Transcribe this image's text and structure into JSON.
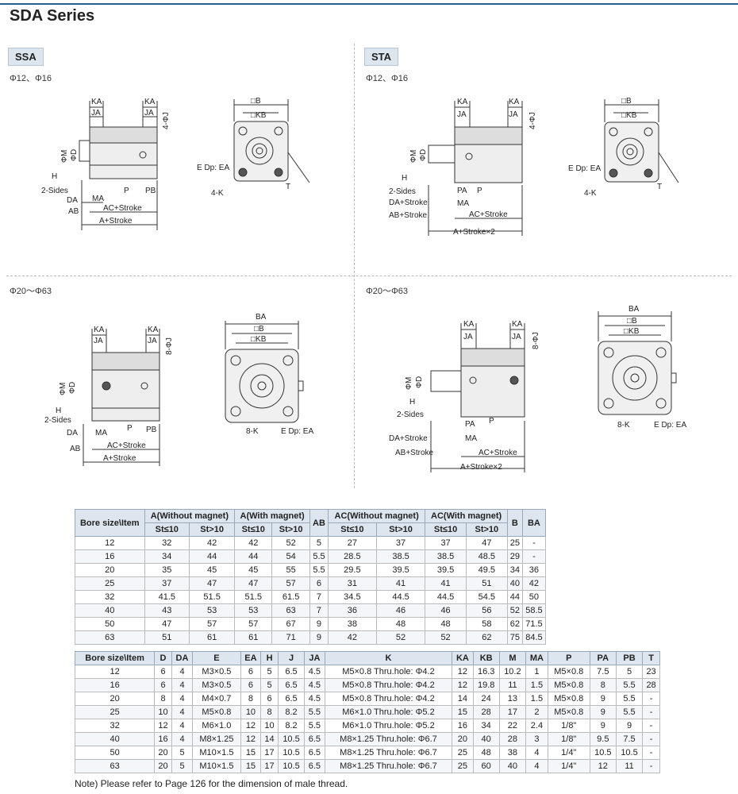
{
  "header": {
    "series_title": "SDA Series"
  },
  "sections": {
    "ssa_label": "SSA",
    "sta_label": "STA",
    "bore_small_left": "Φ12、Φ16",
    "bore_small_right": "Φ12、Φ16",
    "bore_large_left": "Φ20～Φ63",
    "bore_large_right": "Φ20～Φ63"
  },
  "dims": {
    "KA": "KA",
    "JA": "JA",
    "J4": "4-ΦJ",
    "J8": "8-ΦJ",
    "M": "ΦM",
    "D": "ΦD",
    "H": "H",
    "two_sides": "2-Sides",
    "DA": "DA",
    "MA": "MA",
    "AB": "AB",
    "AC_stroke": "AC+Stroke",
    "A_stroke": "A+Stroke",
    "A_stroke2": "A+Stroke×2",
    "P": "P",
    "PB": "PB",
    "PA": "PA",
    "DA_stroke": "DA+Stroke",
    "AB_stroke": "AB+Stroke",
    "B": "□B",
    "KB": "□KB",
    "BA": "BA",
    "E_dp": "E Dp: EA",
    "K4": "4-K",
    "K8": "8-K",
    "T": "T"
  },
  "table1": {
    "head1": [
      "Bore size\\Item",
      "A(Without magnet)",
      "A(With magnet)",
      "AB",
      "AC(Without magnet)",
      "AC(With magnet)",
      "B",
      "BA"
    ],
    "head2": [
      "St≤10",
      "St>10",
      "St≤10",
      "St>10",
      "St≤10",
      "St>10",
      "St≤10",
      "St>10"
    ],
    "rows": [
      [
        "12",
        "32",
        "42",
        "42",
        "52",
        "5",
        "27",
        "37",
        "37",
        "47",
        "25",
        "-"
      ],
      [
        "16",
        "34",
        "44",
        "44",
        "54",
        "5.5",
        "28.5",
        "38.5",
        "38.5",
        "48.5",
        "29",
        "-"
      ],
      [
        "20",
        "35",
        "45",
        "45",
        "55",
        "5.5",
        "29.5",
        "39.5",
        "39.5",
        "49.5",
        "34",
        "36"
      ],
      [
        "25",
        "37",
        "47",
        "47",
        "57",
        "6",
        "31",
        "41",
        "41",
        "51",
        "40",
        "42"
      ],
      [
        "32",
        "41.5",
        "51.5",
        "51.5",
        "61.5",
        "7",
        "34.5",
        "44.5",
        "44.5",
        "54.5",
        "44",
        "50"
      ],
      [
        "40",
        "43",
        "53",
        "53",
        "63",
        "7",
        "36",
        "46",
        "46",
        "56",
        "52",
        "58.5"
      ],
      [
        "50",
        "47",
        "57",
        "57",
        "67",
        "9",
        "38",
        "48",
        "48",
        "58",
        "62",
        "71.5"
      ],
      [
        "63",
        "51",
        "61",
        "61",
        "71",
        "9",
        "42",
        "52",
        "52",
        "62",
        "75",
        "84.5"
      ]
    ]
  },
  "table2": {
    "head": [
      "Bore size\\Item",
      "D",
      "DA",
      "E",
      "EA",
      "H",
      "J",
      "JA",
      "K",
      "KA",
      "KB",
      "M",
      "MA",
      "P",
      "PA",
      "PB",
      "T"
    ],
    "rows": [
      [
        "12",
        "6",
        "4",
        "M3×0.5",
        "6",
        "5",
        "6.5",
        "4.5",
        "M5×0.8 Thru.hole: Φ4.2",
        "12",
        "16.3",
        "10.2",
        "1",
        "M5×0.8",
        "7.5",
        "5",
        "23"
      ],
      [
        "16",
        "6",
        "4",
        "M3×0.5",
        "6",
        "5",
        "6.5",
        "4.5",
        "M5×0.8 Thru.hole: Φ4.2",
        "12",
        "19.8",
        "11",
        "1.5",
        "M5×0.8",
        "8",
        "5.5",
        "28"
      ],
      [
        "20",
        "8",
        "4",
        "M4×0.7",
        "8",
        "6",
        "6.5",
        "4.5",
        "M5×0.8 Thru.hole: Φ4.2",
        "14",
        "24",
        "13",
        "1.5",
        "M5×0.8",
        "9",
        "5.5",
        "-"
      ],
      [
        "25",
        "10",
        "4",
        "M5×0.8",
        "10",
        "8",
        "8.2",
        "5.5",
        "M6×1.0 Thru.hole: Φ5.2",
        "15",
        "28",
        "17",
        "2",
        "M5×0.8",
        "9",
        "5.5",
        "-"
      ],
      [
        "32",
        "12",
        "4",
        "M6×1.0",
        "12",
        "10",
        "8.2",
        "5.5",
        "M6×1.0 Thru.hole: Φ5.2",
        "16",
        "34",
        "22",
        "2.4",
        "1/8\"",
        "9",
        "9",
        "-"
      ],
      [
        "40",
        "16",
        "4",
        "M8×1.25",
        "12",
        "14",
        "10.5",
        "6.5",
        "M8×1.25 Thru.hole: Φ6.7",
        "20",
        "40",
        "28",
        "3",
        "1/8\"",
        "9.5",
        "7.5",
        "-"
      ],
      [
        "50",
        "20",
        "5",
        "M10×1.5",
        "15",
        "17",
        "10.5",
        "6.5",
        "M8×1.25 Thru.hole: Φ6.7",
        "25",
        "48",
        "38",
        "4",
        "1/4\"",
        "10.5",
        "10.5",
        "-"
      ],
      [
        "63",
        "20",
        "5",
        "M10×1.5",
        "15",
        "17",
        "10.5",
        "6.5",
        "M8×1.25 Thru.hole: Φ6.7",
        "25",
        "60",
        "40",
        "4",
        "1/4\"",
        "12",
        "11",
        "-"
      ]
    ]
  },
  "note": "Note) Please refer to Page 126 for the dimension of male thread."
}
